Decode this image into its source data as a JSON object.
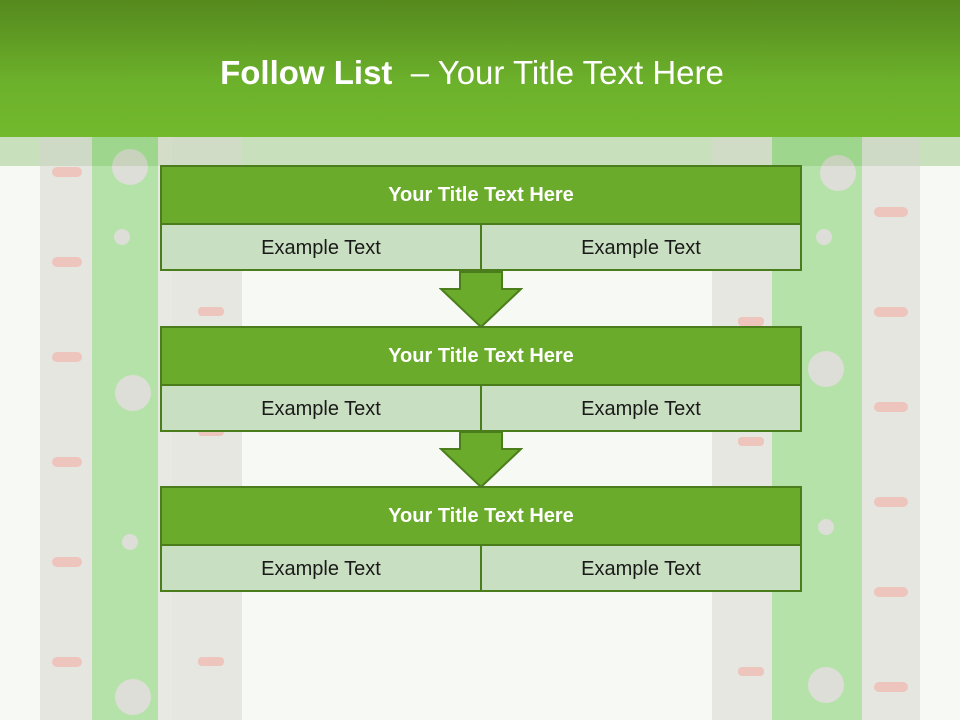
{
  "header": {
    "title_bold": "Follow List",
    "title_rest": "– Your Title Text Here"
  },
  "steps": [
    {
      "title": "Your Title Text Here",
      "left": "Example Text",
      "right": "Example Text"
    },
    {
      "title": "Your Title Text Here",
      "left": "Example Text",
      "right": "Example Text"
    },
    {
      "title": "Your Title Text Here",
      "left": "Example Text",
      "right": "Example Text"
    }
  ],
  "colors": {
    "header_green": "#6cb12b",
    "box_title_green": "#6aab2b",
    "box_border": "#4c7d1d",
    "cell_fill": "#c9dfc1",
    "arrow_fill": "#6aab2b"
  },
  "icons": {
    "arrow": "down-arrow-icon",
    "decoration": "ornamental-frame"
  }
}
